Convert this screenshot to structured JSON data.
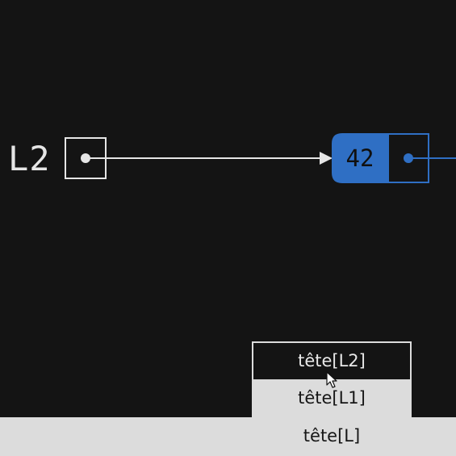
{
  "diagram": {
    "variable_label": "L2",
    "node_value": "42",
    "colors": {
      "background": "#141414",
      "box_stroke": "#e6e6e6",
      "node_fill": "#2f6fc4",
      "node_stroke": "#2f6fc4",
      "pointer": "#e6e6e6",
      "next_pointer": "#2f6fc4"
    }
  },
  "dropdown": {
    "options": [
      {
        "label": "tête[L2]"
      },
      {
        "label": "tête[L1]"
      },
      {
        "label": "tête[L]"
      }
    ],
    "hovered_index": 0
  },
  "cursor": {
    "icon": "mouse-pointer-icon"
  }
}
